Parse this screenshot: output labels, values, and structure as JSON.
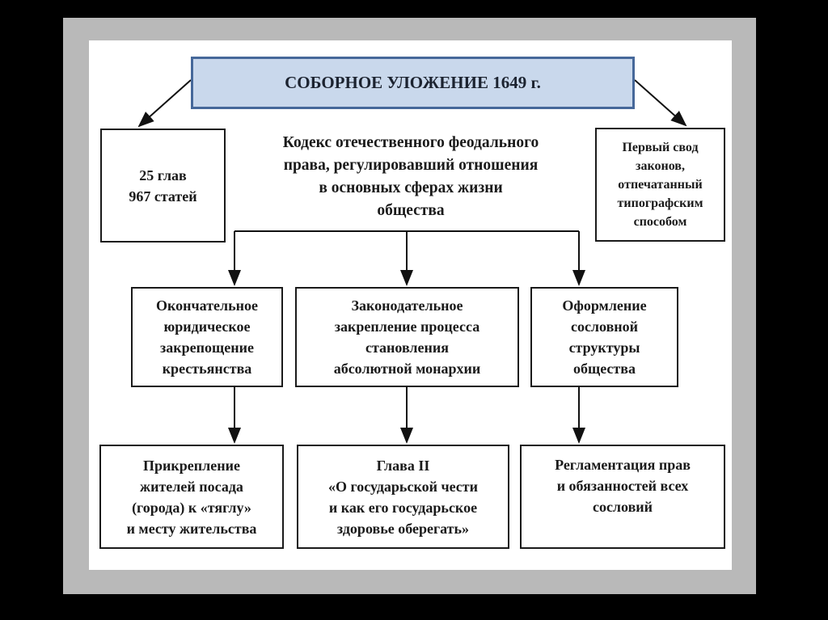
{
  "title": "СОБОРНОЕ УЛОЖЕНИЕ 1649 г.",
  "left_box": "25 глав\n967 статей",
  "description": "Кодекс отечественного феодального\nправа, регулировавший отношения\nв основных сферах жизни\nобщества",
  "right_box": "Первый свод\nзаконов,\nотпечатанный\nтипографским\nспособом",
  "row2": [
    "Окончательное\nюридическое\nзакрепощение\nкрестьянства",
    "Законодательное\nзакрепление процесса\nстановления\nабсолютной монархии",
    "Оформление\nсословной\nструктуры\nобщества"
  ],
  "row3": [
    "Прикрепление\nжителей посада\n(города) к «тяглу»\nи месту жительства",
    "Глава II\n«О государьской чести\nи как его государьское\nздоровье оберегать»",
    "Регламентация прав\nи обязанностей всех\nсословий"
  ]
}
